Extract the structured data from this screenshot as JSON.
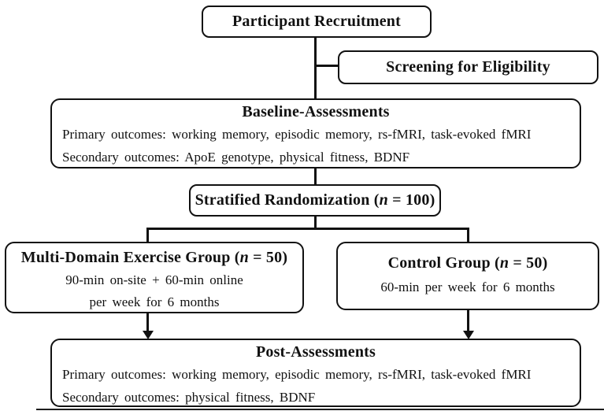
{
  "diagram": {
    "recruitment": {
      "title": "Participant Recruitment"
    },
    "screening": {
      "title": "Screening for Eligibility"
    },
    "baseline": {
      "title": "Baseline-Assessments",
      "primary": "Primary outcomes: working memory, episodic memory, rs-fMRI, task-evoked fMRI",
      "secondary": "Secondary outcomes: ApoE genotype, physical fitness, BDNF"
    },
    "randomization": {
      "title_pre": "Stratified Randomization (",
      "n_symbol": "n",
      "title_post": " = 100)"
    },
    "exercise_group": {
      "title_pre": "Multi-Domain Exercise Group (",
      "n_symbol": "n",
      "title_post": " = 50)",
      "detail_line1": "90-min on-site + 60-min online",
      "detail_line2": "per week for 6 months"
    },
    "control_group": {
      "title_pre": "Control Group (",
      "n_symbol": "n",
      "title_post": " = 50)",
      "detail_line1": "60-min per week for 6 months"
    },
    "post": {
      "title": "Post-Assessments",
      "primary": "Primary outcomes: working memory, episodic memory, rs-fMRI, task-evoked fMRI",
      "secondary": "Secondary outcomes: physical fitness, BDNF"
    },
    "colors": {
      "border": "#111111",
      "background": "#ffffff",
      "text": "#111111"
    }
  }
}
